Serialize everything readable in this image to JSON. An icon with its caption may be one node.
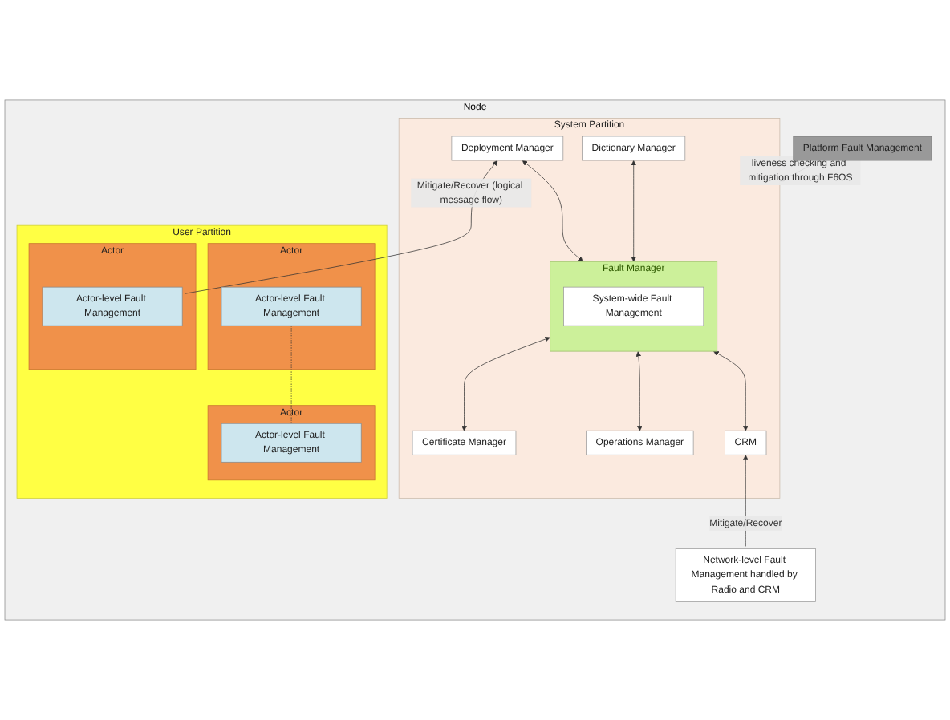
{
  "diagram": {
    "nodes": [
      {
        "text": [
          "Node"
        ]
      },
      {
        "text": [
          "Platform Fault Management"
        ],
        "in": 0
      },
      {
        "text": [
          "System Partition"
        ],
        "in": 0
      },
      {
        "text": [
          "Dictionary Manager"
        ],
        "in": 2
      },
      {
        "text": [
          "Deployment Manager"
        ],
        "in": 2
      },
      {
        "text": [
          "Fault Manager"
        ],
        "in": 2
      },
      {
        "text": [
          "System-wide Fault Management"
        ],
        "in": 5
      },
      {
        "text": [
          "Certificate Manager"
        ],
        "in": 2
      },
      {
        "text": [
          "Operations Manager"
        ],
        "in": 2
      },
      {
        "text": [
          "CRM"
        ],
        "in": 2
      },
      {
        "text": [
          "User Partition"
        ],
        "in": 0
      },
      {
        "text": [
          "Actor"
        ],
        "in": 10
      },
      {
        "text": [
          "Actor-level Fault Management"
        ],
        "in": 11
      },
      {
        "text": [
          "Actor"
        ],
        "in": 10
      },
      {
        "text": [
          "Actor-level Fault Management"
        ],
        "in": 13
      },
      {
        "text": [
          "Actor"
        ],
        "in": 10
      },
      {
        "text": [
          "Actor-level Fault Management"
        ],
        "in": 15
      },
      {
        "text": [
          "Network-level Fault Management handled by Radio and CRM"
        ],
        "in": 0
      }
    ],
    "edges": [
      {
        "from": 1,
        "to": 2,
        "arrow": "to",
        "label": "liveness checking and mitigation through F6OS"
      },
      {
        "from": 3,
        "to": 5,
        "arrow": "both"
      },
      {
        "from": 4,
        "to": 5,
        "arrow": "both"
      },
      {
        "from": 5,
        "to": 7,
        "arrow": "both"
      },
      {
        "from": 5,
        "to": 8,
        "arrow": "both"
      },
      {
        "from": 5,
        "to": 9,
        "arrow": "both"
      },
      {
        "from": 12,
        "to": 4,
        "arrow": "to",
        "label": "Mitigate/Recover (logical message flow)"
      },
      {
        "from": 14,
        "to": 16,
        "arrow": "none",
        "style": "dashed"
      },
      {
        "from": 17,
        "to": 9,
        "arrow": "to",
        "label": "Mitigate/Recover"
      }
    ]
  }
}
